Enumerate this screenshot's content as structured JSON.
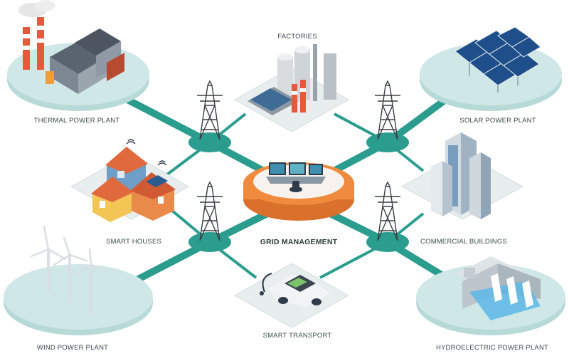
{
  "colors": {
    "connector": "#2a9d8f",
    "platform_round": "#cfe7e6",
    "platform_square": "#e8eded",
    "hub_orange": "#f08a3c",
    "hub_top": "#f7f2ee",
    "tower": "#3b3f44"
  },
  "center": {
    "label": "GRID MANAGEMENT",
    "icon": "control-room-icon"
  },
  "nodes": {
    "thermal": {
      "label": "THERMAL POWER PLANT",
      "icon": "thermal-power-plant-icon"
    },
    "factories": {
      "label": "FACTORIES",
      "icon": "factory-icon"
    },
    "solar": {
      "label": "SOLAR POWER PLANT",
      "icon": "solar-panel-icon"
    },
    "houses": {
      "label": "SMART HOUSES",
      "icon": "smart-house-icon"
    },
    "commercial": {
      "label": "COMMERCIAL BUILDINGS",
      "icon": "office-building-icon"
    },
    "wind": {
      "label": "WIND POWER PLANT",
      "icon": "wind-turbine-icon"
    },
    "transport": {
      "label": "SMART TRANSPORT",
      "icon": "electric-car-icon"
    },
    "hydro": {
      "label": "HYDROELECTRIC POWER PLANT",
      "icon": "hydro-dam-icon"
    }
  }
}
